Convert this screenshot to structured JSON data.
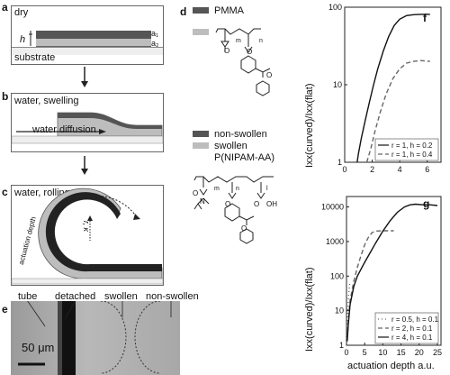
{
  "panel_a": {
    "letter": "a",
    "title": "dry",
    "h": "h",
    "a1": "a₁",
    "a2": "a₂",
    "substrate": "substrate"
  },
  "panel_b": {
    "letter": "b",
    "title": "water, swelling",
    "diffusion": "water diffusion"
  },
  "panel_c": {
    "letter": "c",
    "title": "water, rolling",
    "actuation": "actuation depth",
    "radius": "r, κ"
  },
  "panel_d": {
    "letter": "d",
    "pmma": "PMMA",
    "non_swollen": "non-swollen",
    "swollen": "swollen",
    "pnipam": "P(NIPAM-AA)",
    "sub_m": "m",
    "sub_n": "n",
    "sub_l": "l",
    "atom_o": "O",
    "atom_n": "N",
    "atom_oh": "OH"
  },
  "panel_e": {
    "letter": "e",
    "tube": "tube",
    "detached": "detached",
    "swollen": "swollen",
    "non_swollen": "non-swollen",
    "scale": "50 μm"
  },
  "panel_f": {
    "letter": "f",
    "ylabel": "Ixx(curved)/Ixx(flat)"
  },
  "panel_g": {
    "letter": "g",
    "ylabel": "Ixx(curved)/Ixx(flat)",
    "xlabel": "actuation depth a.u."
  },
  "colors": {
    "dark_layer": "#555555",
    "light_layer": "#bdbdbd",
    "darkest": "#222222"
  },
  "chart_data": [
    {
      "type": "line",
      "title": "",
      "xlabel": "",
      "ylabel": "Ixx(curved)/Ixx(flat)",
      "yscale": "log",
      "xlim": [
        0,
        7
      ],
      "ylim": [
        1,
        100
      ],
      "xticks": [
        "0",
        "2",
        "4",
        "6"
      ],
      "yticks": [
        "1",
        "10",
        "100"
      ],
      "legend_position": "bottom-right",
      "series": [
        {
          "name": "r = 1, h = 0.2",
          "style": "solid",
          "x": [
            0.9,
            1.0,
            1.2,
            1.5,
            1.8,
            2.1,
            2.4,
            2.8,
            3.2,
            3.6,
            4.0,
            4.5,
            5.0,
            5.5,
            6.2
          ],
          "y": [
            1.0,
            1.3,
            2.0,
            3.5,
            6,
            10,
            16,
            27,
            42,
            58,
            70,
            78,
            80,
            81,
            81
          ]
        },
        {
          "name": "r = 1, h = 0.4",
          "style": "dashed",
          "x": [
            1.6,
            1.9,
            2.2,
            2.6,
            3.0,
            3.5,
            4.0,
            4.5,
            5.0,
            5.5,
            6.2
          ],
          "y": [
            1.0,
            1.5,
            2.5,
            4.5,
            7.5,
            12,
            16,
            19,
            20,
            20.5,
            20
          ]
        }
      ]
    },
    {
      "type": "line",
      "title": "",
      "xlabel": "actuation depth a.u.",
      "ylabel": "Ixx(curved)/Ixx(flat)",
      "yscale": "log",
      "xlim": [
        0,
        26
      ],
      "ylim": [
        1,
        20000
      ],
      "xticks": [
        "0",
        "5",
        "10",
        "15",
        "20",
        "25"
      ],
      "yticks": [
        "1",
        "10",
        "100",
        "1000",
        "10000"
      ],
      "legend_position": "bottom-right",
      "series": [
        {
          "name": "r = 0.5, h = 0.1",
          "style": "dotted",
          "x": [
            0.05,
            0.15,
            0.3,
            0.5,
            0.7,
            0.9,
            1.05
          ],
          "y": [
            1.2,
            3,
            8,
            20,
            40,
            60,
            70
          ]
        },
        {
          "name": "r = 2, h = 0.1",
          "style": "dashed",
          "x": [
            0.2,
            0.5,
            1.0,
            2.0,
            3.0,
            4.0,
            5.0,
            6.0,
            7.0,
            8.0,
            10.0,
            12.0,
            13.0
          ],
          "y": [
            1.5,
            5,
            20,
            70,
            180,
            400,
            800,
            1300,
            1800,
            2000,
            2050,
            2050,
            2050
          ]
        },
        {
          "name": "r = 4, h = 0.1",
          "style": "solid",
          "x": [
            0.2,
            0.5,
            1.0,
            2.0,
            3.0,
            4.0,
            5.0,
            6.0,
            8.0,
            10.0,
            12.0,
            14.0,
            16.0,
            17.5,
            19.0,
            21.0,
            23.0,
            25.0
          ],
          "y": [
            1.3,
            4,
            15,
            50,
            100,
            160,
            250,
            380,
            900,
            2000,
            4000,
            7000,
            10000,
            11500,
            12000,
            11500,
            11500,
            11000
          ]
        }
      ]
    }
  ]
}
